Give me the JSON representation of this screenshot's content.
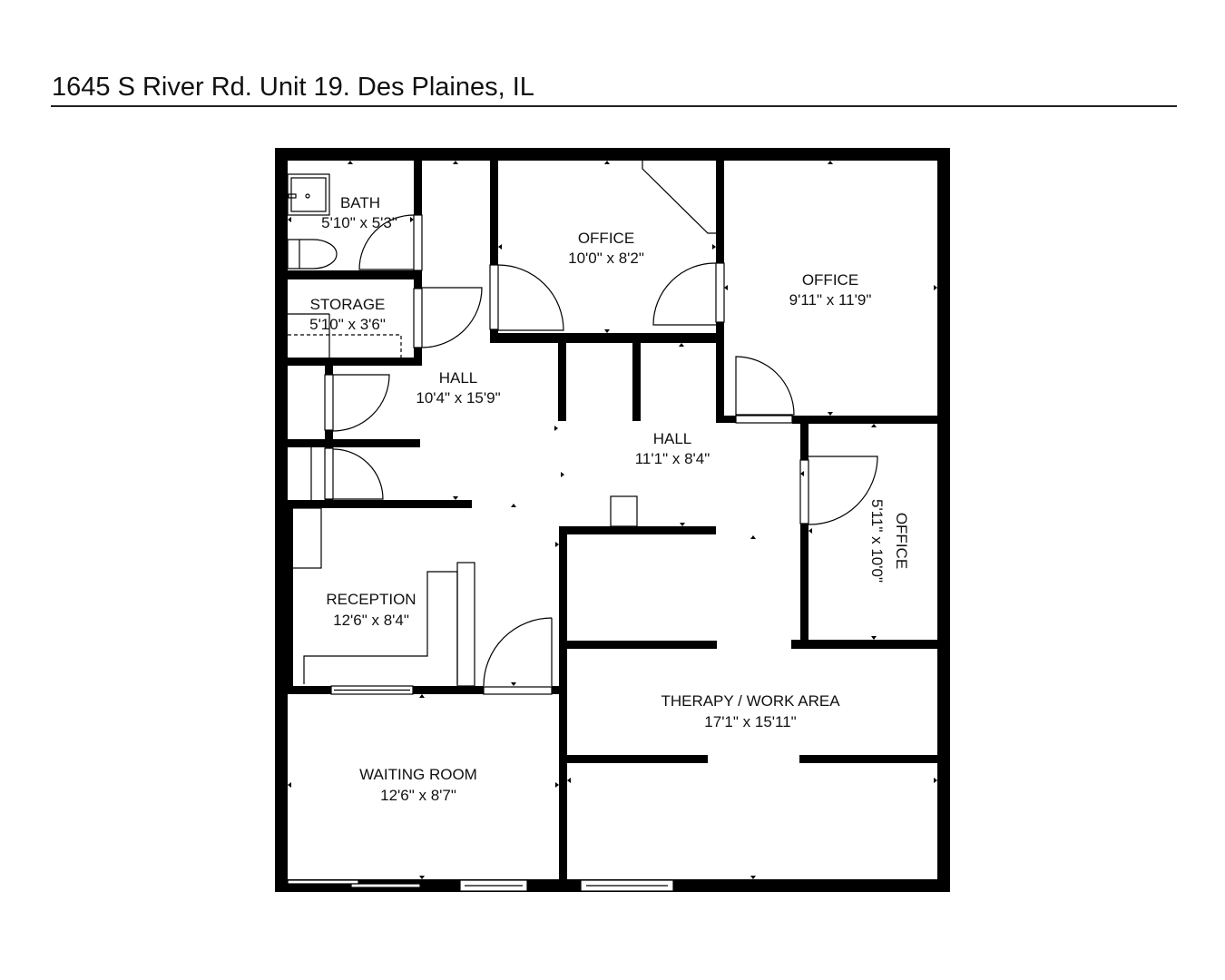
{
  "title": "1645 S River Rd. Unit 19. Des Plaines, IL",
  "rooms": {
    "bath": {
      "name": "BATH",
      "dims": "5'10\" x 5'3\""
    },
    "storage": {
      "name": "STORAGE",
      "dims": "5'10\" x 3'6\""
    },
    "office_top": {
      "name": "OFFICE",
      "dims": "10'0\" x 8'2\""
    },
    "office_right": {
      "name": "OFFICE",
      "dims": "9'11\" x 11'9\""
    },
    "hall_left": {
      "name": "HALL",
      "dims": "10'4\" x 15'9\""
    },
    "hall_center": {
      "name": "HALL",
      "dims": "11'1\" x 8'4\""
    },
    "office_small": {
      "name": "OFFICE",
      "dims": "5'11\" x 10'0\""
    },
    "reception": {
      "name": "RECEPTION",
      "dims": "12'6\" x 8'4\""
    },
    "waiting": {
      "name": "WAITING ROOM",
      "dims": "12'6\" x 8'7\""
    },
    "therapy": {
      "name": "THERAPY / WORK AREA",
      "dims": "17'1\" x 15'11\""
    }
  },
  "colors": {
    "wall": "#000000",
    "background": "#ffffff",
    "text": "#111111"
  }
}
